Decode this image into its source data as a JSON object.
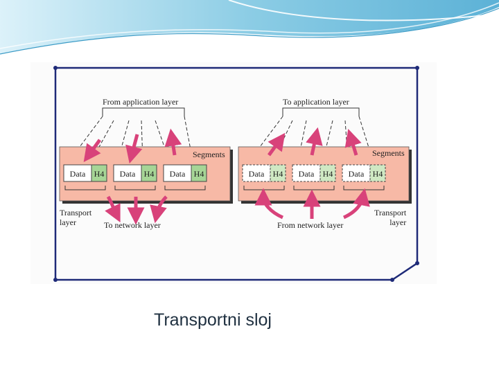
{
  "slide": {
    "caption": "Transportni sloj"
  },
  "diagram": {
    "sender": {
      "top_label": "From application layer",
      "box_label": "Segments",
      "side_label": "Transport\nlayer",
      "bottom_label": "To network layer",
      "segments": [
        {
          "data": "Data",
          "header": "H4"
        },
        {
          "data": "Data",
          "header": "H4"
        },
        {
          "data": "Data",
          "header": "H4"
        }
      ]
    },
    "receiver": {
      "top_label": "To application layer",
      "box_label": "Segments",
      "side_label": "Transport\nlayer",
      "bottom_label": "From network layer",
      "segments": [
        {
          "data": "Data",
          "header": "H4"
        },
        {
          "data": "Data",
          "header": "H4"
        },
        {
          "data": "Data",
          "header": "H4"
        }
      ]
    }
  },
  "colors": {
    "frame": "#1e2a78",
    "panel": "#f7b9a6",
    "header_cell": "#a6d596",
    "arrow": "#d8427a",
    "banner": "#7fc7e2"
  }
}
